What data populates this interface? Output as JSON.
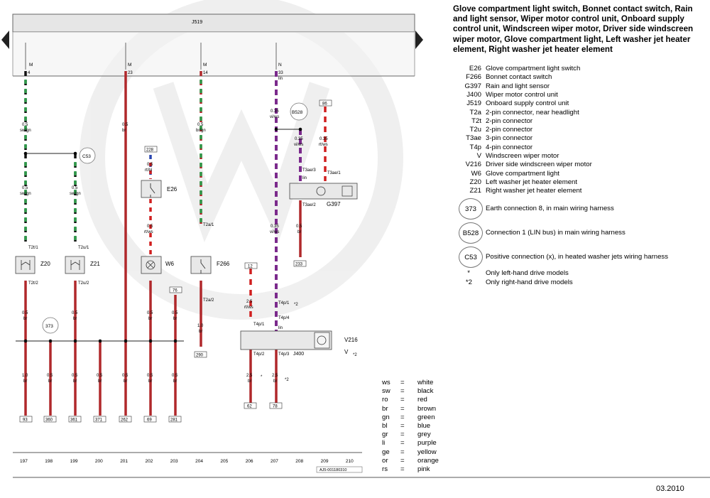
{
  "title": "Glove compartment light switch, Bonnet contact switch, Rain and light sensor, Wiper motor control unit, Onboard supply control unit, Windscreen wiper motor, Driver side windscreen wiper motor, Glove compartment light, Left washer jet heater element, Right washer jet heater element",
  "control_unit": {
    "name": "J519",
    "pins": [
      "M",
      "M",
      "M",
      "N"
    ]
  },
  "legend": [
    {
      "code": "E26",
      "text": "Glove compartment light switch"
    },
    {
      "code": "F266",
      "text": "Bonnet contact switch"
    },
    {
      "code": "G397",
      "text": "Rain and light sensor"
    },
    {
      "code": "J400",
      "text": "Wiper motor control unit"
    },
    {
      "code": "J519",
      "text": "Onboard supply control unit"
    },
    {
      "code": "T2a",
      "text": "2-pin connector, near headlight"
    },
    {
      "code": "T2t",
      "text": "2-pin connector"
    },
    {
      "code": "T2u",
      "text": "2-pin connector"
    },
    {
      "code": "T3ae",
      "text": "3-pin connector"
    },
    {
      "code": "T4p",
      "text": "4-pin connector"
    },
    {
      "code": "V",
      "text": "Windscreen wiper motor"
    },
    {
      "code": "V216",
      "text": "Driver side windscreen wiper motor"
    },
    {
      "code": "W6",
      "text": "Glove compartment light"
    },
    {
      "code": "Z20",
      "text": "Left washer jet heater element"
    },
    {
      "code": "Z21",
      "text": "Right washer jet heater element"
    }
  ],
  "connections": [
    {
      "code": "373",
      "text": "Earth connection 8, in main wiring harness"
    },
    {
      "code": "B528",
      "text": "Connection 1 (LIN bus) in main wiring harness"
    },
    {
      "code": "C53",
      "text": "Positive connection (x), in heated washer jets wiring harness"
    }
  ],
  "notes": [
    {
      "mark": "*",
      "text": "Only left-hand drive models"
    },
    {
      "mark": "*2",
      "text": "Only right-hand drive models"
    }
  ],
  "colors": [
    {
      "code": "ws",
      "name": "white"
    },
    {
      "code": "sw",
      "name": "black"
    },
    {
      "code": "ro",
      "name": "red"
    },
    {
      "code": "br",
      "name": "brown"
    },
    {
      "code": "gn",
      "name": "green"
    },
    {
      "code": "bl",
      "name": "blue"
    },
    {
      "code": "gr",
      "name": "grey"
    },
    {
      "code": "li",
      "name": "purple"
    },
    {
      "code": "ge",
      "name": "yellow"
    },
    {
      "code": "or",
      "name": "orange"
    },
    {
      "code": "rs",
      "name": "pink"
    }
  ],
  "wire_colors": {
    "brown": "#b0282b",
    "green": "#2f9a4a",
    "black": "#111111",
    "purple": "#7b2a8c",
    "white": "#ffffff",
    "red": "#d01f1f",
    "blue": "#2a46b0"
  },
  "wires": [
    {
      "col": 197,
      "pin": "4",
      "cs1": "0.5",
      "color1": "sw/gn",
      "cs2": "0.5",
      "color2": "sw/gn",
      "cs3": "0.5",
      "color3": "br",
      "cs4": "1.0",
      "color4": "br",
      "bottom_ref": "93",
      "connector_top": "T2t/1",
      "connector_bottom": "T2t/2",
      "component": "Z20"
    },
    {
      "col": 199,
      "cs2": "0.5",
      "color2": "sw/gn",
      "cs3": "0.5",
      "color3": "br",
      "cs4": "0.5",
      "color4": "br",
      "bottom_ref": "361",
      "connector_top": "T2u/1",
      "connector_bottom": "T2u/2",
      "component": "Z21"
    },
    {
      "col": 198,
      "cs4": "0.5",
      "color4": "br",
      "bottom_ref": "360"
    },
    {
      "col": 200,
      "cs4": "0.5",
      "color4": "br",
      "bottom_ref": "371"
    },
    {
      "col": 201,
      "pin": "23",
      "cs1": "0.5",
      "color1": "br",
      "cs4": "0.5",
      "color4": "br",
      "bottom_ref": "262"
    },
    {
      "col": 202,
      "top_ref": "228",
      "cs1": "0.5",
      "color1": "rt/bl",
      "component_switch": "E26",
      "cs2": "0.5",
      "color2": "rt/ws",
      "component": "W6",
      "cs3": "0.5",
      "color3": "br",
      "cs4": "0.5",
      "color4": "br",
      "bottom_ref": "69"
    },
    {
      "col": 203,
      "top_ref": "76",
      "cs3": "0.5",
      "color3": "br",
      "cs4": "0.5",
      "color4": "br",
      "bottom_ref": "281"
    },
    {
      "col": 204,
      "pin": "14",
      "cs1": "0.5",
      "color1": "br/gn",
      "connector_top": "T2a/1",
      "component": "F266",
      "connector_bottom": "T2a/2",
      "cs3": "1.0",
      "color3": "br",
      "bottom_ref": "290"
    },
    {
      "col": 206,
      "top_ref": "12",
      "cs1": "2.5",
      "color1": "rt/ws",
      "connector": "T4p/1",
      "connector2": "T4p/2",
      "cs4": "2.5",
      "color4": "br",
      "bottom_ref": "62",
      "mark": "*"
    },
    {
      "col": 207,
      "pin": "33",
      "pin_note": "lin",
      "cs1": "0.35",
      "color1": "vi/ws",
      "cs2": "0.35",
      "color2": "vi/ws",
      "connector": "T4p/1",
      "connector_mark": "*2",
      "connector2": "T4p/4",
      "connector2_note": "lin",
      "connector3": "T4p/3",
      "cs4": "2.5",
      "color4": "br",
      "bottom_ref": "78",
      "mark": "*2"
    },
    {
      "col": 208,
      "cs1": "0.35",
      "color1": "vi/ws",
      "connector": "T3ae/3",
      "connector_note": "lin",
      "connector2": "T3ae/2",
      "cs2": "0.5",
      "color2": "br",
      "bottom_ref": "233"
    },
    {
      "col": 209,
      "top_ref": "86",
      "cs1": "0.35",
      "color1": "rt/ws",
      "connector": "T3ae/1"
    }
  ],
  "connection_points": {
    "b528": "B528",
    "c53": "C53",
    "earth": "373"
  },
  "components_labels": {
    "e26": "E26",
    "w6": "W6",
    "f266": "F266",
    "z20": "Z20",
    "z21": "Z21",
    "g397": "G397",
    "j400": "J400",
    "v216": "V216",
    "v": "V",
    "v_mark": "*2"
  },
  "columns": [
    "197",
    "198",
    "199",
    "200",
    "201",
    "202",
    "203",
    "204",
    "205",
    "206",
    "207",
    "208",
    "209",
    "210"
  ],
  "doc_ref": "AJ5-001180310",
  "date": "03.2010"
}
